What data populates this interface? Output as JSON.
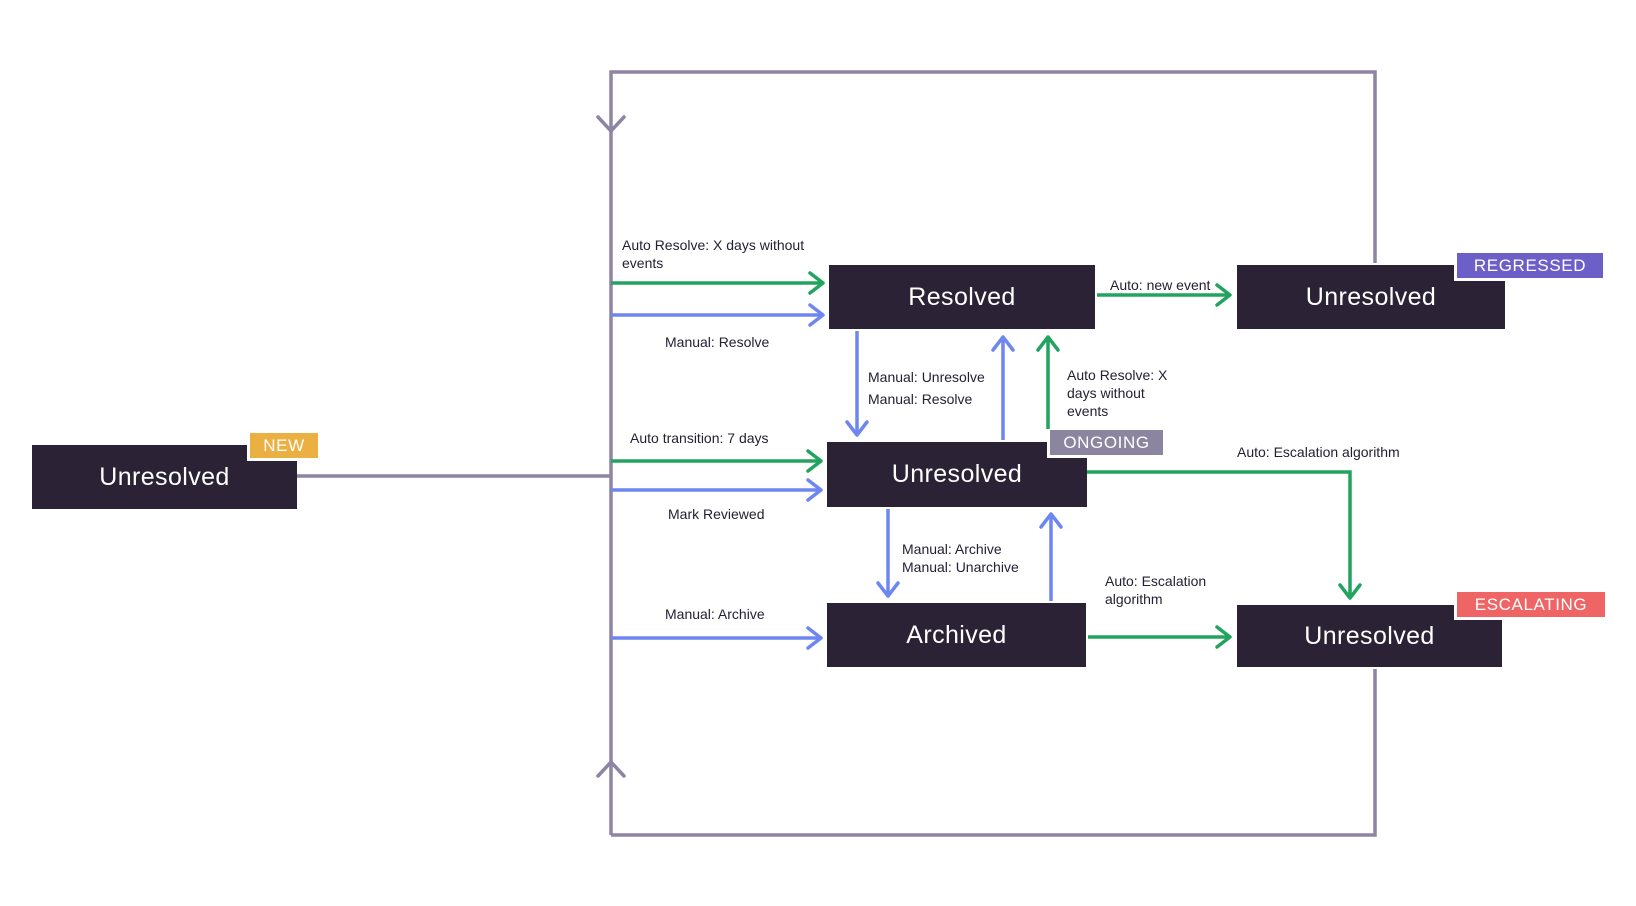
{
  "diagram": {
    "nodes": {
      "new": {
        "label": "Unresolved",
        "badge": "NEW"
      },
      "resolved": {
        "label": "Resolved"
      },
      "regressed": {
        "label": "Unresolved",
        "badge": "REGRESSED"
      },
      "ongoing": {
        "label": "Unresolved",
        "badge": "ONGOING"
      },
      "archived": {
        "label": "Archived"
      },
      "escalating": {
        "label": "Unresolved",
        "badge": "ESCALATING"
      }
    },
    "edges": {
      "auto_resolve_from_new": {
        "label": "Auto Resolve: X days without\nevents",
        "type": "auto"
      },
      "manual_resolve_from_new": {
        "label": "Manual: Resolve",
        "type": "manual"
      },
      "auto_new_event": {
        "label": "Auto: new event",
        "type": "auto"
      },
      "manual_unresolve_resolve": {
        "label": "Manual: Unresolve\nManual: Resolve",
        "type": "manual"
      },
      "auto_resolve_from_ongoing": {
        "label": "Auto Resolve: X\ndays without\nevents",
        "type": "auto"
      },
      "auto_transition": {
        "label": "Auto transition: 7 days",
        "type": "auto"
      },
      "mark_reviewed": {
        "label": "Mark Reviewed",
        "type": "manual"
      },
      "auto_escalation_from_ongoing": {
        "label": "Auto: Escalation algorithm",
        "type": "auto"
      },
      "manual_archive_unarchive": {
        "label": "Manual: Archive\nManual: Unarchive",
        "type": "manual"
      },
      "auto_escalation_from_archived": {
        "label": "Auto: Escalation\nalgorithm",
        "type": "auto"
      },
      "manual_archive_from_new": {
        "label": "Manual: Archive",
        "type": "manual"
      }
    },
    "colors": {
      "node_bg": "#2b2236",
      "auto_edge": "#22a35f",
      "manual_edge": "#6e87f0",
      "loop_edge": "#8e84a3",
      "badge_new": "#ebb042",
      "badge_regressed": "#6c5fc8",
      "badge_ongoing": "#8c85a0",
      "badge_escalating": "#ef6465"
    }
  }
}
